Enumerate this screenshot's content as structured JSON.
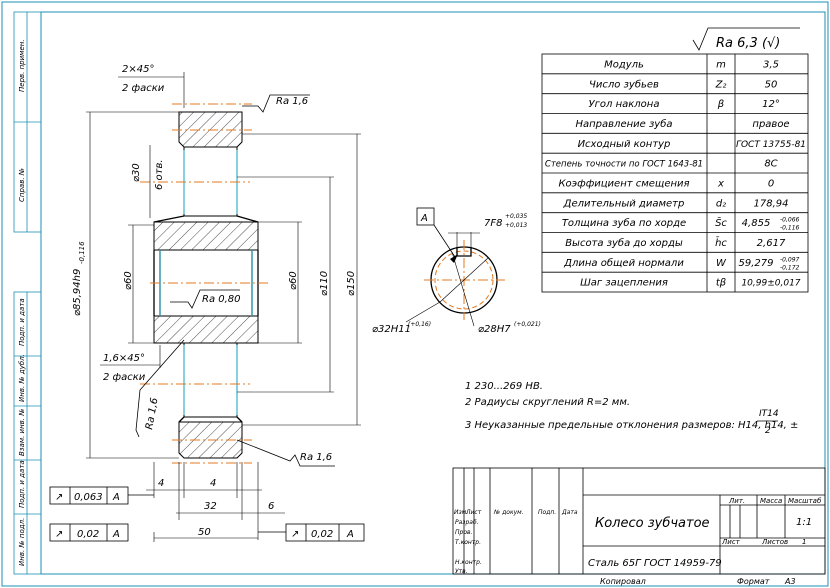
{
  "sheet": {
    "side_labels": [
      "Перв. примен.",
      "Справ. №",
      "Подп. и дата",
      "Инв. № дубл.",
      "Взам. инв. №",
      "Подп. и дата",
      "Инв. № подл."
    ],
    "footer_copied": "Копировал",
    "footer_format": "Формат",
    "footer_format_value": "А3"
  },
  "roughness": {
    "general": "Ra 6,3 (√)"
  },
  "params_table": [
    {
      "name": "Модуль",
      "sym": "m",
      "val": "3,5"
    },
    {
      "name": "Число зубьев",
      "sym": "Z₂",
      "val": "50"
    },
    {
      "name": "Угол наклона",
      "sym": "β",
      "val": "12°"
    },
    {
      "name": "Направление зуба",
      "sym": "",
      "val": "правое"
    },
    {
      "name": "Исходный контур",
      "sym": "",
      "val": "ГОСТ 13755-81"
    },
    {
      "name": "Степень точности по ГОСТ 1643-81",
      "sym": "",
      "val": "8С"
    },
    {
      "name": "Коэффициент смещения",
      "sym": "x",
      "val": "0"
    },
    {
      "name": "Делительный диаметр",
      "sym": "d₂",
      "val": "178,94"
    },
    {
      "name": "Толщина зуба по хорде",
      "sym": "S̄c",
      "val": "4,855",
      "val_sup": "-0,066",
      "val_sub": "-0,116"
    },
    {
      "name": "Высота зуба до хорды",
      "sym": "h̄c",
      "val": "2,617"
    },
    {
      "name": "Длина общей нормали",
      "sym": "W",
      "val": "59,279",
      "val_sup": "-0,097",
      "val_sub": "-0,172"
    },
    {
      "name": "Шаг зацепления",
      "sym": "tβ",
      "val": "10,99±0,017"
    }
  ],
  "dims": {
    "chamfer_top_1": "2×45°",
    "chamfer_top_2": "2 фаски",
    "ra_top": "Ra 1,6",
    "d30": "⌀30",
    "holes": "6 отв.",
    "d85": "⌀85,94h9",
    "d85_sub": "-0,116",
    "d60_left": "⌀60",
    "ra_bore": "Ra 0,80",
    "d60_right": "⌀60",
    "d110": "⌀110",
    "d150": "⌀150",
    "chamfer_bot_1": "1,6×45°",
    "chamfer_bot_2": "2 фаски",
    "ra_left": "Ra 1,6",
    "ra_bottom": "Ra 1,6",
    "w4a": "4",
    "w4b": "4",
    "w32": "32",
    "w6": "6",
    "w50": "50"
  },
  "tolerances": [
    {
      "sym": "↗",
      "val": "0,063",
      "base": "A"
    },
    {
      "sym": "↗",
      "val": "0,02",
      "base": "A"
    },
    {
      "sym": "↗",
      "val": "0,02",
      "base": "A"
    }
  ],
  "section": {
    "base_label": "A",
    "key": "7F8",
    "key_sup": "+0,035",
    "key_sub": "+0,013",
    "d32": "⌀32H11",
    "d32_sup": "(+0,16)",
    "d28": "⌀28H7",
    "d28_sup": "(+0,021)"
  },
  "notes": [
    "1  230...269 НВ.",
    "2  Радиусы скруглений R=2 мм.",
    "3  Неуказанные предельные отклонения размеров: H14, h14, ±",
    "IT14",
    "2"
  ],
  "title_block": {
    "name": "Колесо зубчатое",
    "material": "Сталь 65Г ГОСТ 14959-79",
    "hdr_lit": "Лит.",
    "hdr_mass": "Масса",
    "hdr_scale": "Масштаб",
    "scale": "1:1",
    "sheet": "Лист",
    "sheets": "Листов",
    "sheets_val": "1",
    "rows": [
      "Изм.",
      "Лист",
      "№ докум.",
      "Подп.",
      "Дата"
    ],
    "roles": [
      "Разраб.",
      "Пров.",
      "Т.контр.",
      "",
      "Н.контр.",
      "Утв."
    ]
  }
}
